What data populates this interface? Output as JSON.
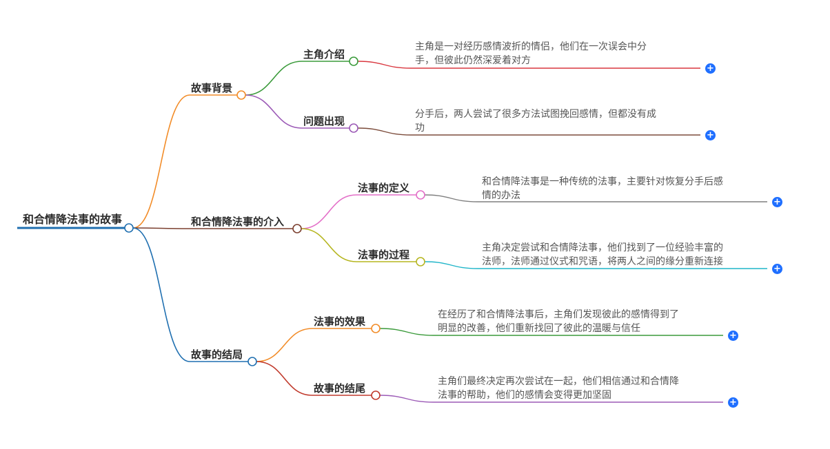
{
  "root": {
    "label": "和合情降法事的故事"
  },
  "branches": [
    {
      "label": "故事背景",
      "color": "#f28c28",
      "children": [
        {
          "label": "主角介绍",
          "color": "#3a9a3a",
          "leaf_color": "#d9363e",
          "leaf": [
            "主角是一对经历感情波折的情侣，他们在一次误会中分",
            "手，但彼此仍然深爱着对方"
          ]
        },
        {
          "label": "问题出现",
          "color": "#9b59b6",
          "leaf_color": "#7b4b3a",
          "leaf": [
            "分手后，两人尝试了很多方法试图挽回感情，但都没有成",
            "功"
          ]
        }
      ]
    },
    {
      "label": "和合情降法事的介入",
      "color": "#7b3f2f",
      "children": [
        {
          "label": "法事的定义",
          "color": "#e36fc8",
          "leaf_color": "#7f7f7f",
          "leaf": [
            "和合情降法事是一种传统的法事，主要针对恢复分手后感",
            "情的办法"
          ]
        },
        {
          "label": "法事的过程",
          "color": "#b5b51f",
          "leaf_color": "#1fb5c9",
          "leaf": [
            "主角决定尝试和合情降法事，他们找到了一位经验丰富的",
            "法师，法师通过仪式和咒语，将两人之间的缘分重新连接"
          ]
        }
      ]
    },
    {
      "label": "故事的结局",
      "color": "#1f6fb0",
      "children": [
        {
          "label": "法事的效果",
          "color": "#f28c28",
          "leaf_color": "#3a9a3a",
          "leaf": [
            "在经历了和合情降法事后，主角们发现彼此的感情得到了",
            "明显的改善，他们重新找回了彼此的温暖与信任"
          ]
        },
        {
          "label": "故事的结尾",
          "color": "#c0392b",
          "leaf_color": "#9b59b6",
          "leaf": [
            "主角们最终决定再次尝试在一起，他们相信通过和合情降",
            "法事的帮助，他们的感情会变得更加坚固"
          ]
        }
      ]
    }
  ],
  "root_color": "#1f6fb0",
  "expand_icon": "plus-circle-icon"
}
